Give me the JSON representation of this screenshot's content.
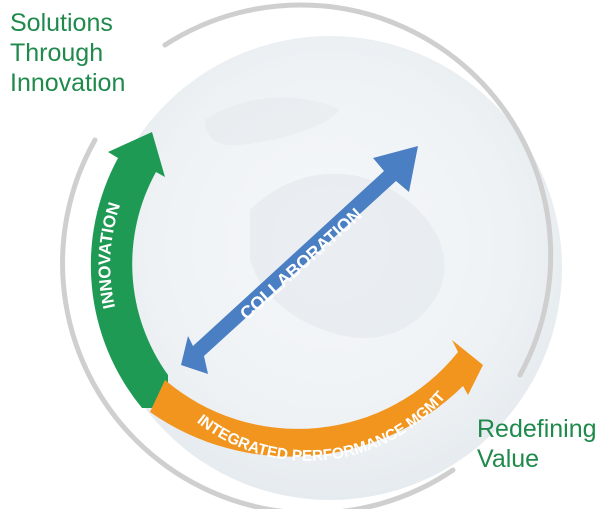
{
  "captions": {
    "top": [
      "Solutions",
      "Through",
      "Innovation"
    ],
    "bottom": [
      "Redefining",
      "Value"
    ]
  },
  "arrows": {
    "innovation": "INNOVATION",
    "collaboration": "COLLABORATION",
    "performance": "INTEGRATED PERFORMANCE MGMT"
  },
  "colors": {
    "green": "#1f9a55",
    "blue": "#4a7fc4",
    "orange": "#f2951e",
    "ring": "#cccccc",
    "caption": "#1f8a4c"
  }
}
